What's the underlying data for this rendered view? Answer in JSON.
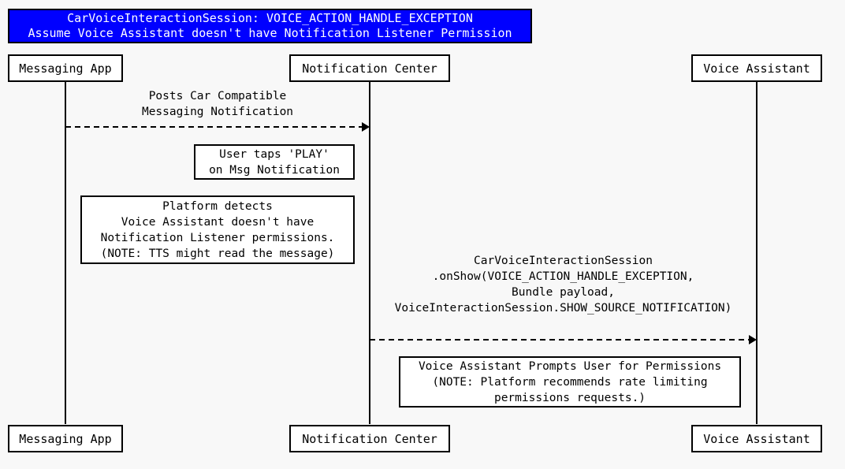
{
  "diagram": {
    "type": "uml-sequence-diagram",
    "background_color": "#f8f8f8",
    "title_banner": {
      "background_color": "#0000ff",
      "text_color": "#ffffff",
      "line1": "CarVoiceInteractionSession: VOICE_ACTION_HANDLE_EXCEPTION",
      "line2": "Assume Voice Assistant doesn't have Notification Listener Permission"
    },
    "participants": [
      {
        "id": "messaging-app",
        "label": "Messaging App"
      },
      {
        "id": "notification-center",
        "label": "Notification Center"
      },
      {
        "id": "voice-assistant",
        "label": "Voice Assistant"
      }
    ],
    "messages": [
      {
        "id": "post-notification",
        "from": "messaging-app",
        "to": "notification-center",
        "style": "dashed",
        "line1": "Posts Car Compatible",
        "line2": "Messaging Notification"
      },
      {
        "id": "on-show",
        "from": "notification-center",
        "to": "voice-assistant",
        "style": "dashed",
        "line1": "CarVoiceInteractionSession",
        "line2": ".onShow(VOICE_ACTION_HANDLE_EXCEPTION,",
        "line3": "Bundle payload,",
        "line4": "VoiceInteractionSession.SHOW_SOURCE_NOTIFICATION)"
      }
    ],
    "notes": [
      {
        "id": "user-taps-play",
        "line1": "User taps 'PLAY'",
        "line2": "on Msg Notification"
      },
      {
        "id": "platform-detects",
        "line1": "Platform detects",
        "line2": "Voice Assistant doesn't have",
        "line3": "Notification Listener permissions.",
        "line4": "(NOTE: TTS might read the message)"
      },
      {
        "id": "prompts-user",
        "line1": "Voice Assistant Prompts User for Permissions",
        "line2": "(NOTE: Platform recommends rate limiting",
        "line3": "permissions requests.)"
      }
    ],
    "footer_participants": [
      {
        "id": "messaging-app-footer",
        "label": "Messaging App"
      },
      {
        "id": "notification-center-footer",
        "label": "Notification Center"
      },
      {
        "id": "voice-assistant-footer",
        "label": "Voice Assistant"
      }
    ]
  }
}
